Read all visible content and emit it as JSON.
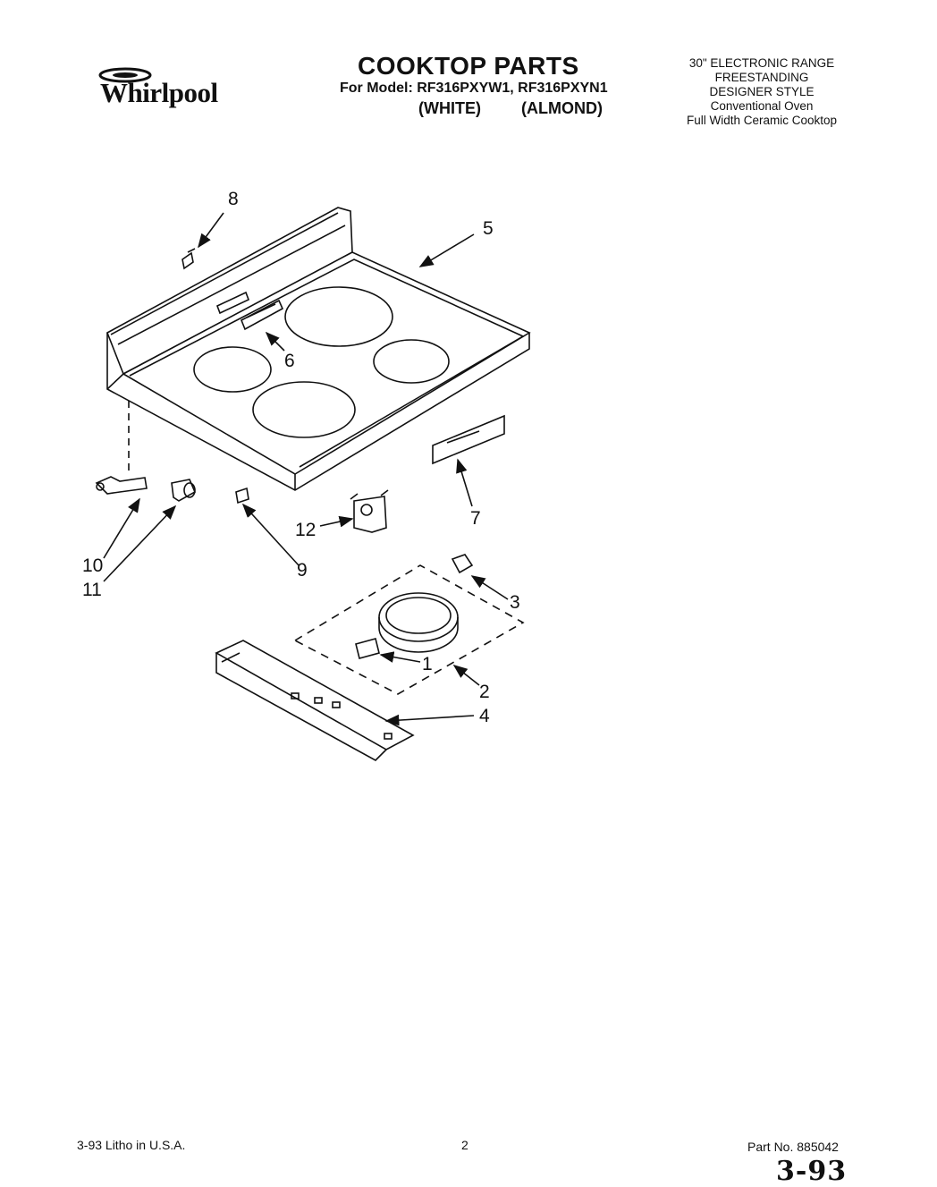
{
  "header": {
    "brand": "Whirlpool",
    "title": "COOKTOP PARTS",
    "model_line": "For Model: RF316PXYW1, RF316PXYN1",
    "finish_white": "(WHITE)",
    "finish_almond": "(ALMOND)"
  },
  "range_info": {
    "line1": "30\" ELECTRONIC RANGE",
    "line2": "FREESTANDING",
    "line3": "DESIGNER STYLE",
    "line4": "Conventional Oven",
    "line5": "Full Width Ceramic Cooktop"
  },
  "callouts": {
    "c1": "1",
    "c2": "2",
    "c3": "3",
    "c4": "4",
    "c5": "5",
    "c6": "6",
    "c7": "7",
    "c8": "8",
    "c9": "9",
    "c10": "10",
    "c11": "11",
    "c12": "12"
  },
  "footer": {
    "litho": "3-93 Litho in U.S.A.",
    "page": "2",
    "part_label": "Part No. 885042",
    "handwritten_date": "3-93"
  }
}
